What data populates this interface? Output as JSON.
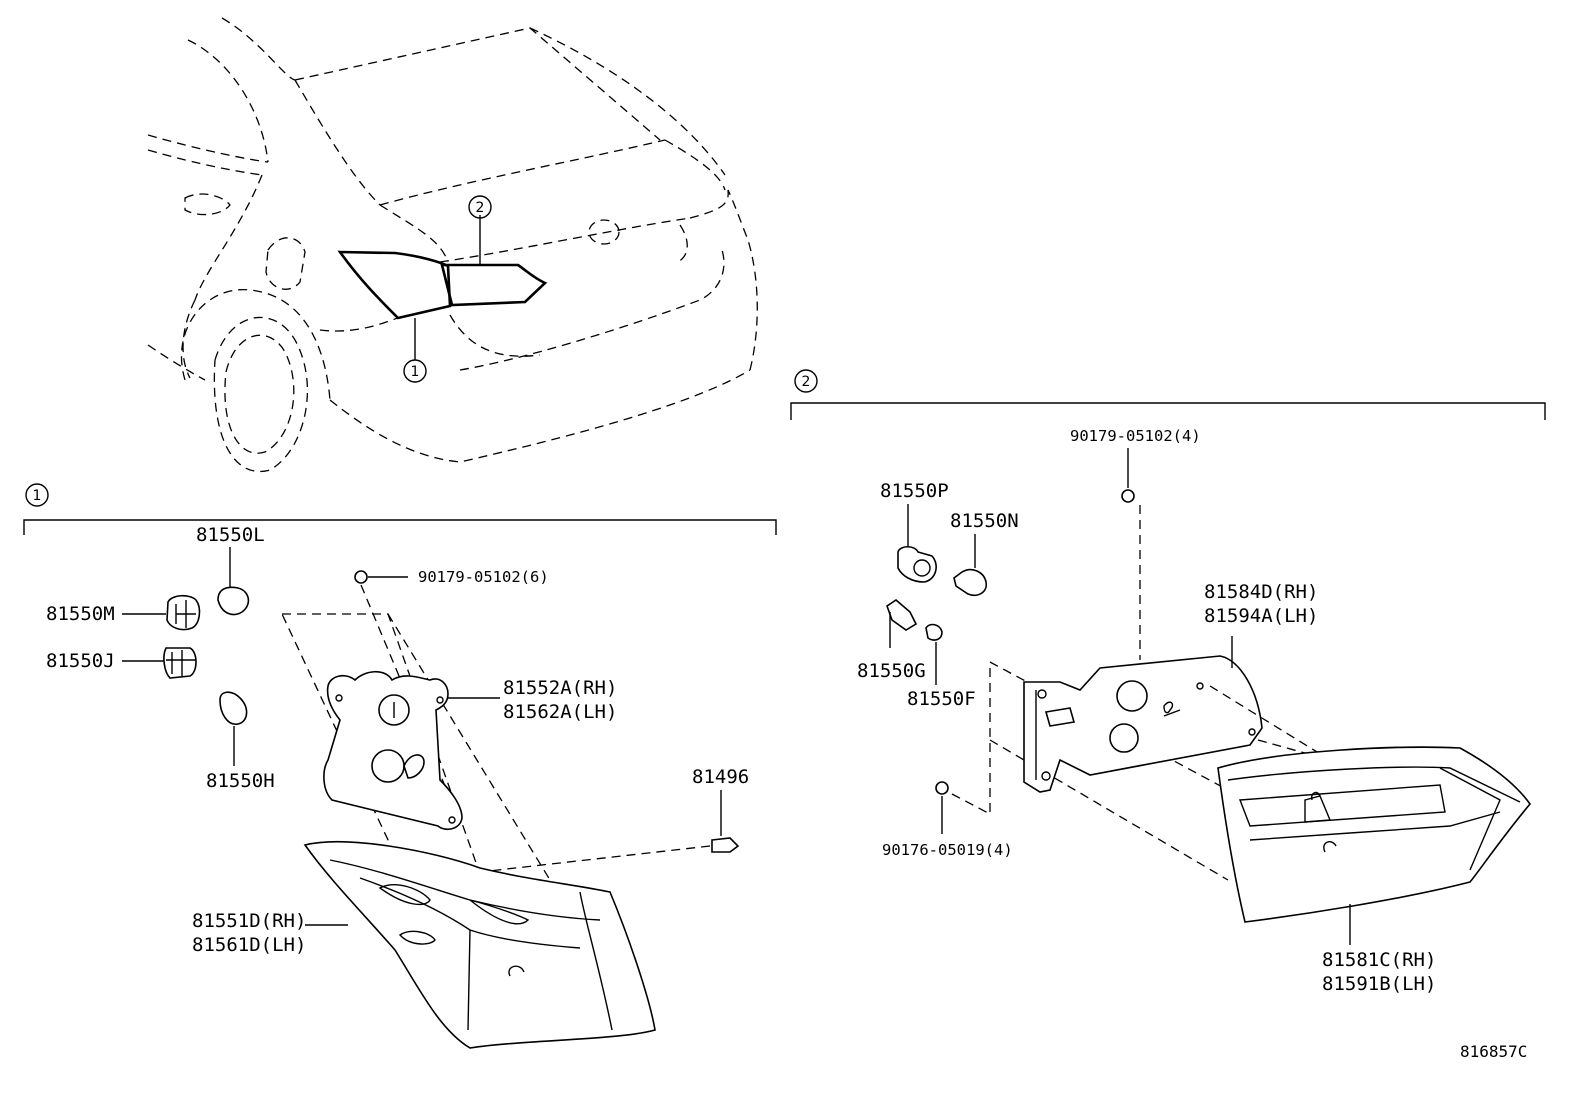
{
  "diagram": {
    "callouts": {
      "one": "1",
      "two": "2"
    },
    "group_1": {
      "parts": {
        "p81550L": "81550L",
        "p81550M": "81550M",
        "p81550J": "81550J",
        "p81550H": "81550H",
        "p90179_6": "90179-05102(6)",
        "p81552A_rh": "81552A(RH)",
        "p81562A_lh": "81562A(LH)",
        "p81496": "81496",
        "p81551D_rh": "81551D(RH)",
        "p81561D_lh": "81561D(LH)"
      }
    },
    "group_2": {
      "parts": {
        "p90179_4": "90179-05102(4)",
        "p81550P": "81550P",
        "p81550N": "81550N",
        "p81550G": "81550G",
        "p81550F": "81550F",
        "p81584D_rh": "81584D(RH)",
        "p81594A_lh": "81594A(LH)",
        "p90176_4": "90176-05019(4)",
        "p81581C_rh": "81581C(RH)",
        "p81591B_lh": "81591B(LH)"
      }
    },
    "reference_code": "816857C"
  }
}
